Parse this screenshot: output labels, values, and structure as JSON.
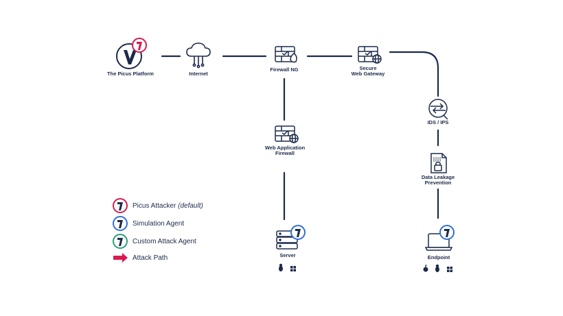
{
  "nodes": {
    "picus_platform": "The Picus Platform",
    "internet": "Internet",
    "firewall_ng": "Firewall NG",
    "secure_web_gateway": "Secure\nWeb Gateway",
    "waf": "Web Application\nFirewall",
    "ids_ips": "IDS / IPS",
    "dlp": "Data Leakage\nPrevention",
    "server": "Server",
    "endpoint": "Endpoint"
  },
  "legend": {
    "picus_attacker": "Picus Attacker",
    "picus_attacker_note": "(default)",
    "simulation_agent": "Simulation Agent",
    "custom_attack_agent": "Custom Attack Agent",
    "attack_path": "Attack Path"
  },
  "colors": {
    "navy": "#1b2a4a",
    "red": "#d81b4f",
    "blue": "#2f6fd6",
    "green": "#2a9d7a"
  },
  "icons": {
    "server_os": [
      "linux-icon",
      "windows-icon"
    ],
    "endpoint_os": [
      "apple-icon",
      "linux-icon",
      "windows-icon"
    ]
  }
}
